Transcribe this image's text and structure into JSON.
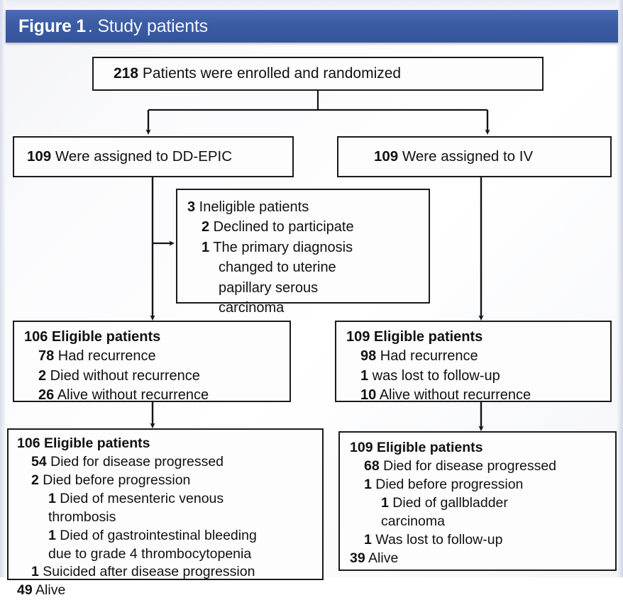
{
  "header": {
    "figure_label": "Figure 1",
    "title": ". Study patients",
    "banner_color": "#3b5ca3",
    "text_color": "#ffffff"
  },
  "flowchart": {
    "type": "flow-diagram",
    "title": "Study patients",
    "nodes": {
      "enrolled": {
        "name": "enrolled-box",
        "lines": [
          {
            "count": "218",
            "text": " Patients were enrolled and randomized",
            "bold": false,
            "indent": 0
          }
        ]
      },
      "assigned_left": {
        "name": "assigned-dd-epic-box",
        "lines": [
          {
            "count": "109",
            "text": " Were assigned to DD-EPIC",
            "bold": false,
            "indent": 0
          }
        ]
      },
      "assigned_right": {
        "name": "assigned-iv-box",
        "lines": [
          {
            "count": "109",
            "text": " Were assigned to IV",
            "bold": false,
            "indent": 0
          }
        ]
      },
      "ineligible": {
        "name": "ineligible-box",
        "lines": [
          {
            "count": "3",
            "text": " Ineligible patients",
            "bold": false,
            "indent": 0
          },
          {
            "count": "2",
            "text": " Declined to participate",
            "bold": false,
            "indent": 1
          },
          {
            "count": "1",
            "text": " The primary diagnosis",
            "bold": false,
            "indent": 1
          },
          {
            "count": "",
            "text": "changed to uterine",
            "bold": false,
            "indent": 2
          },
          {
            "count": "",
            "text": "papillary serous",
            "bold": false,
            "indent": 2
          },
          {
            "count": "",
            "text": "carcinoma",
            "bold": false,
            "indent": 2
          }
        ]
      },
      "eligible_left": {
        "name": "eligible-left-box",
        "lines": [
          {
            "count": "106",
            "text": " Eligible patients",
            "bold": true,
            "indent": 0
          },
          {
            "count": "78",
            "text": " Had recurrence",
            "bold": false,
            "indent": 1
          },
          {
            "count": "2",
            "text": " Died without recurrence",
            "bold": false,
            "indent": 1
          },
          {
            "count": "26",
            "text": " Alive without recurrence",
            "bold": false,
            "indent": 1
          }
        ]
      },
      "eligible_right": {
        "name": "eligible-right-box",
        "lines": [
          {
            "count": "109",
            "text": " Eligible patients",
            "bold": true,
            "indent": 0
          },
          {
            "count": "98",
            "text": " Had recurrence",
            "bold": false,
            "indent": 1
          },
          {
            "count": "1",
            "text": " was lost to follow-up",
            "bold": false,
            "indent": 1
          },
          {
            "count": "10",
            "text": " Alive without recurrence",
            "bold": false,
            "indent": 1
          }
        ]
      },
      "outcome_left": {
        "name": "outcome-left-box",
        "lines": [
          {
            "count": "106",
            "text": " Eligible patients",
            "bold": true,
            "indent": 0
          },
          {
            "count": "54",
            "text": " Died for disease progressed",
            "bold": false,
            "indent": 1
          },
          {
            "count": "2",
            "text": " Died before progression",
            "bold": false,
            "indent": 1
          },
          {
            "count": "1",
            "text": " Died of mesenteric venous",
            "bold": false,
            "indent": 2
          },
          {
            "count": "",
            "text": "thrombosis",
            "bold": false,
            "indent": 2
          },
          {
            "count": "1",
            "text": " Died of gastrointestinal bleeding",
            "bold": false,
            "indent": 2
          },
          {
            "count": "",
            "text": "due to grade 4 thrombocytopenia",
            "bold": false,
            "indent": 2
          },
          {
            "count": "1",
            "text": " Suicided after disease progression",
            "bold": false,
            "indent": 1
          },
          {
            "count": "49",
            "text": " Alive",
            "bold": false,
            "indent": 0
          }
        ]
      },
      "outcome_right": {
        "name": "outcome-right-box",
        "lines": [
          {
            "count": "109",
            "text": " Eligible patients",
            "bold": true,
            "indent": 0
          },
          {
            "count": "68",
            "text": " Died for disease progressed",
            "bold": false,
            "indent": 1
          },
          {
            "count": "1",
            "text": " Died before progression",
            "bold": false,
            "indent": 1
          },
          {
            "count": "1",
            "text": " Died of gallbladder",
            "bold": false,
            "indent": 2
          },
          {
            "count": "",
            "text": "carcinoma",
            "bold": false,
            "indent": 2
          },
          {
            "count": "1",
            "text": " Was lost to follow-up",
            "bold": false,
            "indent": 1
          },
          {
            "count": "39",
            "text": " Alive",
            "bold": false,
            "indent": 0
          }
        ]
      }
    },
    "edges": [
      {
        "from": "enrolled",
        "to": "assigned_left",
        "style": "elbow-arrow"
      },
      {
        "from": "enrolled",
        "to": "assigned_right",
        "style": "elbow-arrow"
      },
      {
        "from": "assigned_left",
        "to": "ineligible",
        "style": "side-arrow"
      },
      {
        "from": "assigned_left",
        "to": "eligible_left",
        "style": "straight-arrow"
      },
      {
        "from": "assigned_right",
        "to": "eligible_right",
        "style": "straight-arrow"
      },
      {
        "from": "eligible_left",
        "to": "outcome_left",
        "style": "straight-arrow"
      },
      {
        "from": "eligible_right",
        "to": "outcome_right",
        "style": "straight-arrow"
      }
    ],
    "line_color": "#1b1b1b",
    "box_fill": "#fdfdfd"
  }
}
